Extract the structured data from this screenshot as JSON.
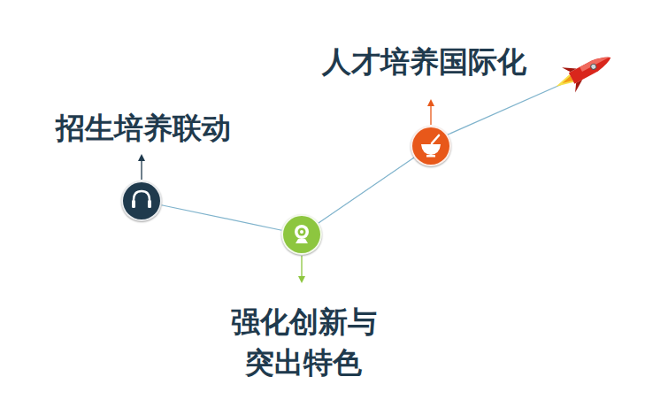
{
  "diagram": {
    "nodes": [
      {
        "text": [
          "招生培养联动"
        ]
      },
      {
        "text": [
          "强化创新与 突出特色"
        ]
      },
      {
        "text": [
          "人才培养国际化"
        ]
      }
    ],
    "edges": [
      {
        "from": 0,
        "to": 1,
        "arrow": "none"
      },
      {
        "from": 1,
        "to": 2,
        "arrow": "none"
      }
    ]
  }
}
